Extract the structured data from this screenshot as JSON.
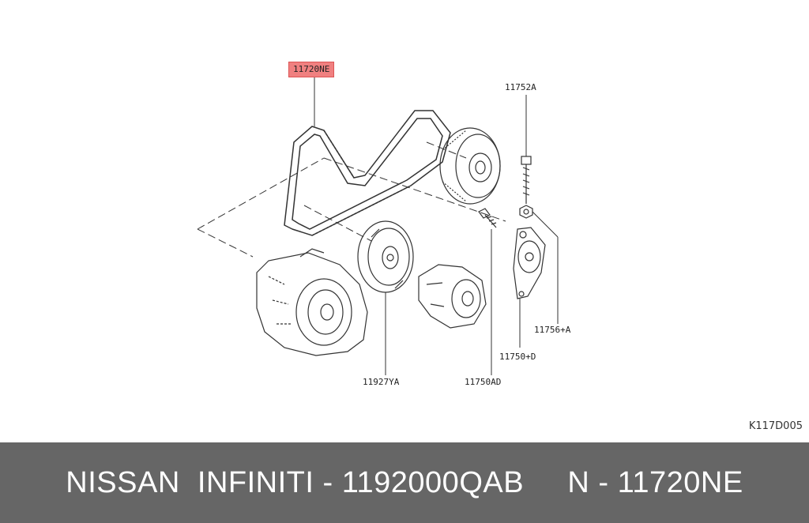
{
  "diagram": {
    "callouts": {
      "belt": "11720NE",
      "bolt_top": "11752A",
      "washer": "11756+A",
      "tensioner": "11750+D",
      "bolt_small": "11750AD",
      "pulley": "11927YA"
    },
    "figure_code": "K117D005",
    "highlight_color": "#f08080"
  },
  "footer": {
    "text": "NISSAN  INFINITI - 1192000QAB     N - 11720NE",
    "background": "#666666"
  }
}
